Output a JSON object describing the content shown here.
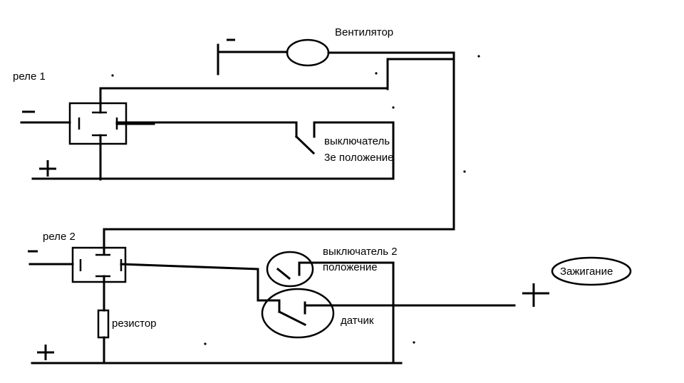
{
  "labels": {
    "fan": "Вентилятор",
    "relay1": "реле 1",
    "switch1_line1": "выключатель",
    "switch1_line2": "3е положение",
    "relay2": "реле 2",
    "switch2_line1": "выключатель 2",
    "switch2_line2": "положение",
    "ignition": "Зажигание",
    "sensor": "датчик",
    "resistor": "резистор"
  },
  "colors": {
    "ink": "#000000",
    "background": "#ffffff"
  }
}
